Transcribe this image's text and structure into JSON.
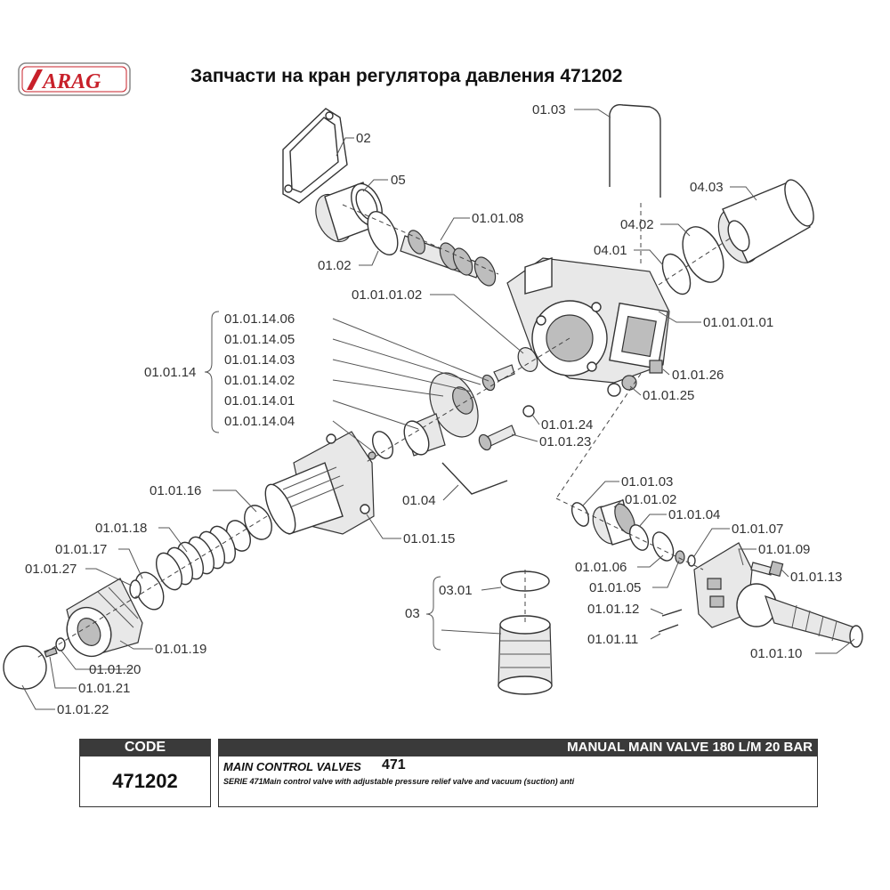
{
  "header": {
    "logo_text": "ARAG",
    "title": "Запчасти на кран регулятора давления 471202"
  },
  "diagram": {
    "labels": {
      "p02": "02",
      "p05": "05",
      "p0102": "01.02",
      "p0103": "01.03",
      "p010108": "01.01.08",
      "p0403": "04.03",
      "p0402": "04.02",
      "p0401": "04.01",
      "p01010102": "01.01.01.02",
      "p01010101": "01.01.01.01",
      "p0101": "01.01.14",
      "p01011406": "01.01.14.06",
      "p01011405": "01.01.14.05",
      "p01011403": "01.01.14.03",
      "p01011402": "01.01.14.02",
      "p01011401": "01.01.14.01",
      "p01011404": "01.01.14.04",
      "p010126": "01.01.26",
      "p010125": "01.01.25",
      "p010124": "01.01.24",
      "p010123": "01.01.23",
      "p0104": "01.04",
      "p010116": "01.01.16",
      "p010115": "01.01.15",
      "p010118": "01.01.18",
      "p010117": "01.01.17",
      "p010127": "01.01.27",
      "p010119": "01.01.19",
      "p010120": "01.01.20",
      "p010121": "01.01.21",
      "p010122": "01.01.22",
      "p010103": "01.01.03",
      "p010102": "01.01.02",
      "p010104": "01.01.04",
      "p010107": "01.01.07",
      "p010109": "01.01.09",
      "p010113": "01.01.13",
      "p010106": "01.01.06",
      "p010105": "01.01.05",
      "p010112": "01.01.12",
      "p010111": "01.01.11",
      "p010110": "01.01.10",
      "p0301": "03.01",
      "p03": "03"
    }
  },
  "table": {
    "code_header": "CODE",
    "code_value": "471202",
    "title_header": "MANUAL MAIN VALVE 180 L/M 20 BAR",
    "desc_heading": "MAIN CONTROL VALVES",
    "desc_number": "471",
    "desc_text": "SERIE 471Main control valve with adjustable pressure relief valve and vacuum (suction) anti"
  },
  "colors": {
    "brand_red": "#c8202a",
    "header_bg": "#3a3a3a"
  }
}
